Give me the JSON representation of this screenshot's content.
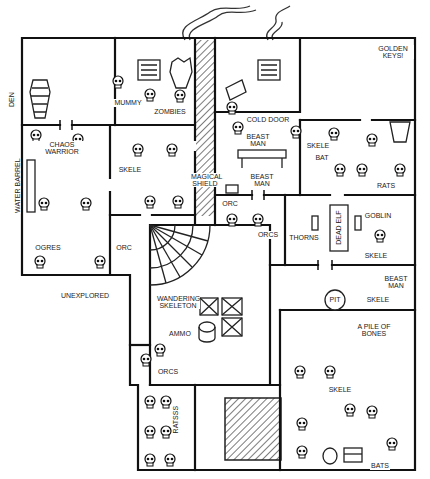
{
  "diagram": {
    "labels": [
      "DEN",
      "MUMMY",
      "ZOMBIES",
      "COLD DOOR",
      "GOLDEN KEYS!",
      "CHAOS WARRIOR",
      "SKELE",
      "MAGICAL SHIELD",
      "BEAST MAN",
      "SKELE",
      "BAT",
      "ORC",
      "BEAST MAN",
      "RATS",
      "WATER BARREL",
      "OGRES",
      "ORC",
      "ORCS",
      "THORNS",
      "DEAD ELF",
      "GOBLIN",
      "SKELE",
      "BEAST MAN",
      "SKELE",
      "PIT",
      "A PILE OF BONES",
      "UNEXPLORED",
      "WANDERING SKELETON",
      "AMMO",
      "ORCS",
      "RATSSS",
      "SKELE",
      "BATS"
    ]
  }
}
